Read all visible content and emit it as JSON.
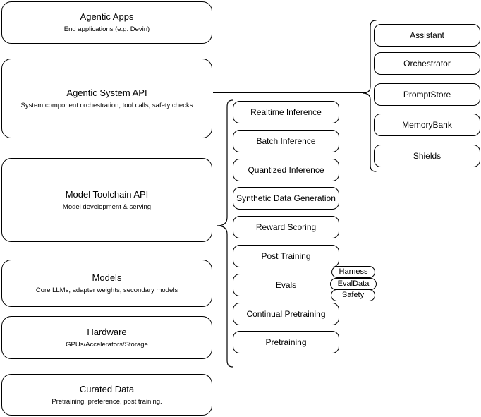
{
  "diagram": {
    "title": "AI Stack Architecture",
    "background_color": "#ffffff",
    "line_color": "#000000"
  },
  "layers": [
    {
      "name": "agentic-apps",
      "title": "Agentic Apps",
      "subtitle": "End applications (e.g. Devin)"
    },
    {
      "name": "agentic-system-api",
      "title": "Agentic System API",
      "subtitle": "System component orchestration, tool calls, safety checks"
    },
    {
      "name": "model-toolchain-api",
      "title": "Model Toolchain API",
      "subtitle": "Model development & serving"
    },
    {
      "name": "models",
      "title": "Models",
      "subtitle": "Core LLMs, adapter weights, secondary models"
    },
    {
      "name": "hardware",
      "title": "Hardware",
      "subtitle": "GPUs/Accelerators/Storage"
    },
    {
      "name": "curated-data",
      "title": "Curated Data",
      "subtitle": "Pretraining, preference, post training."
    }
  ],
  "toolchain_capabilities": [
    {
      "name": "realtime-inference",
      "label": "Realtime Inference"
    },
    {
      "name": "batch-inference",
      "label": "Batch Inference"
    },
    {
      "name": "quantized-inference",
      "label": "Quantized Inference"
    },
    {
      "name": "synthetic-data-generation",
      "label": "Synthetic Data Generation"
    },
    {
      "name": "reward-scoring",
      "label": "Reward Scoring"
    },
    {
      "name": "post-training",
      "label": "Post Training"
    },
    {
      "name": "evals",
      "label": "Evals"
    },
    {
      "name": "continual-pretraining",
      "label": "Continual Pretraining"
    },
    {
      "name": "pretraining",
      "label": "Pretraining"
    }
  ],
  "evals_tags": [
    {
      "name": "harness",
      "label": "Harness"
    },
    {
      "name": "evaldata",
      "label": "EvalData"
    },
    {
      "name": "safety",
      "label": "Safety"
    }
  ],
  "system_components": [
    {
      "name": "assistant",
      "label": "Assistant"
    },
    {
      "name": "orchestrator",
      "label": "Orchestrator"
    },
    {
      "name": "promptstore",
      "label": "PromptStore"
    },
    {
      "name": "memorybank",
      "label": "MemoryBank"
    },
    {
      "name": "shields",
      "label": "Shields"
    }
  ]
}
